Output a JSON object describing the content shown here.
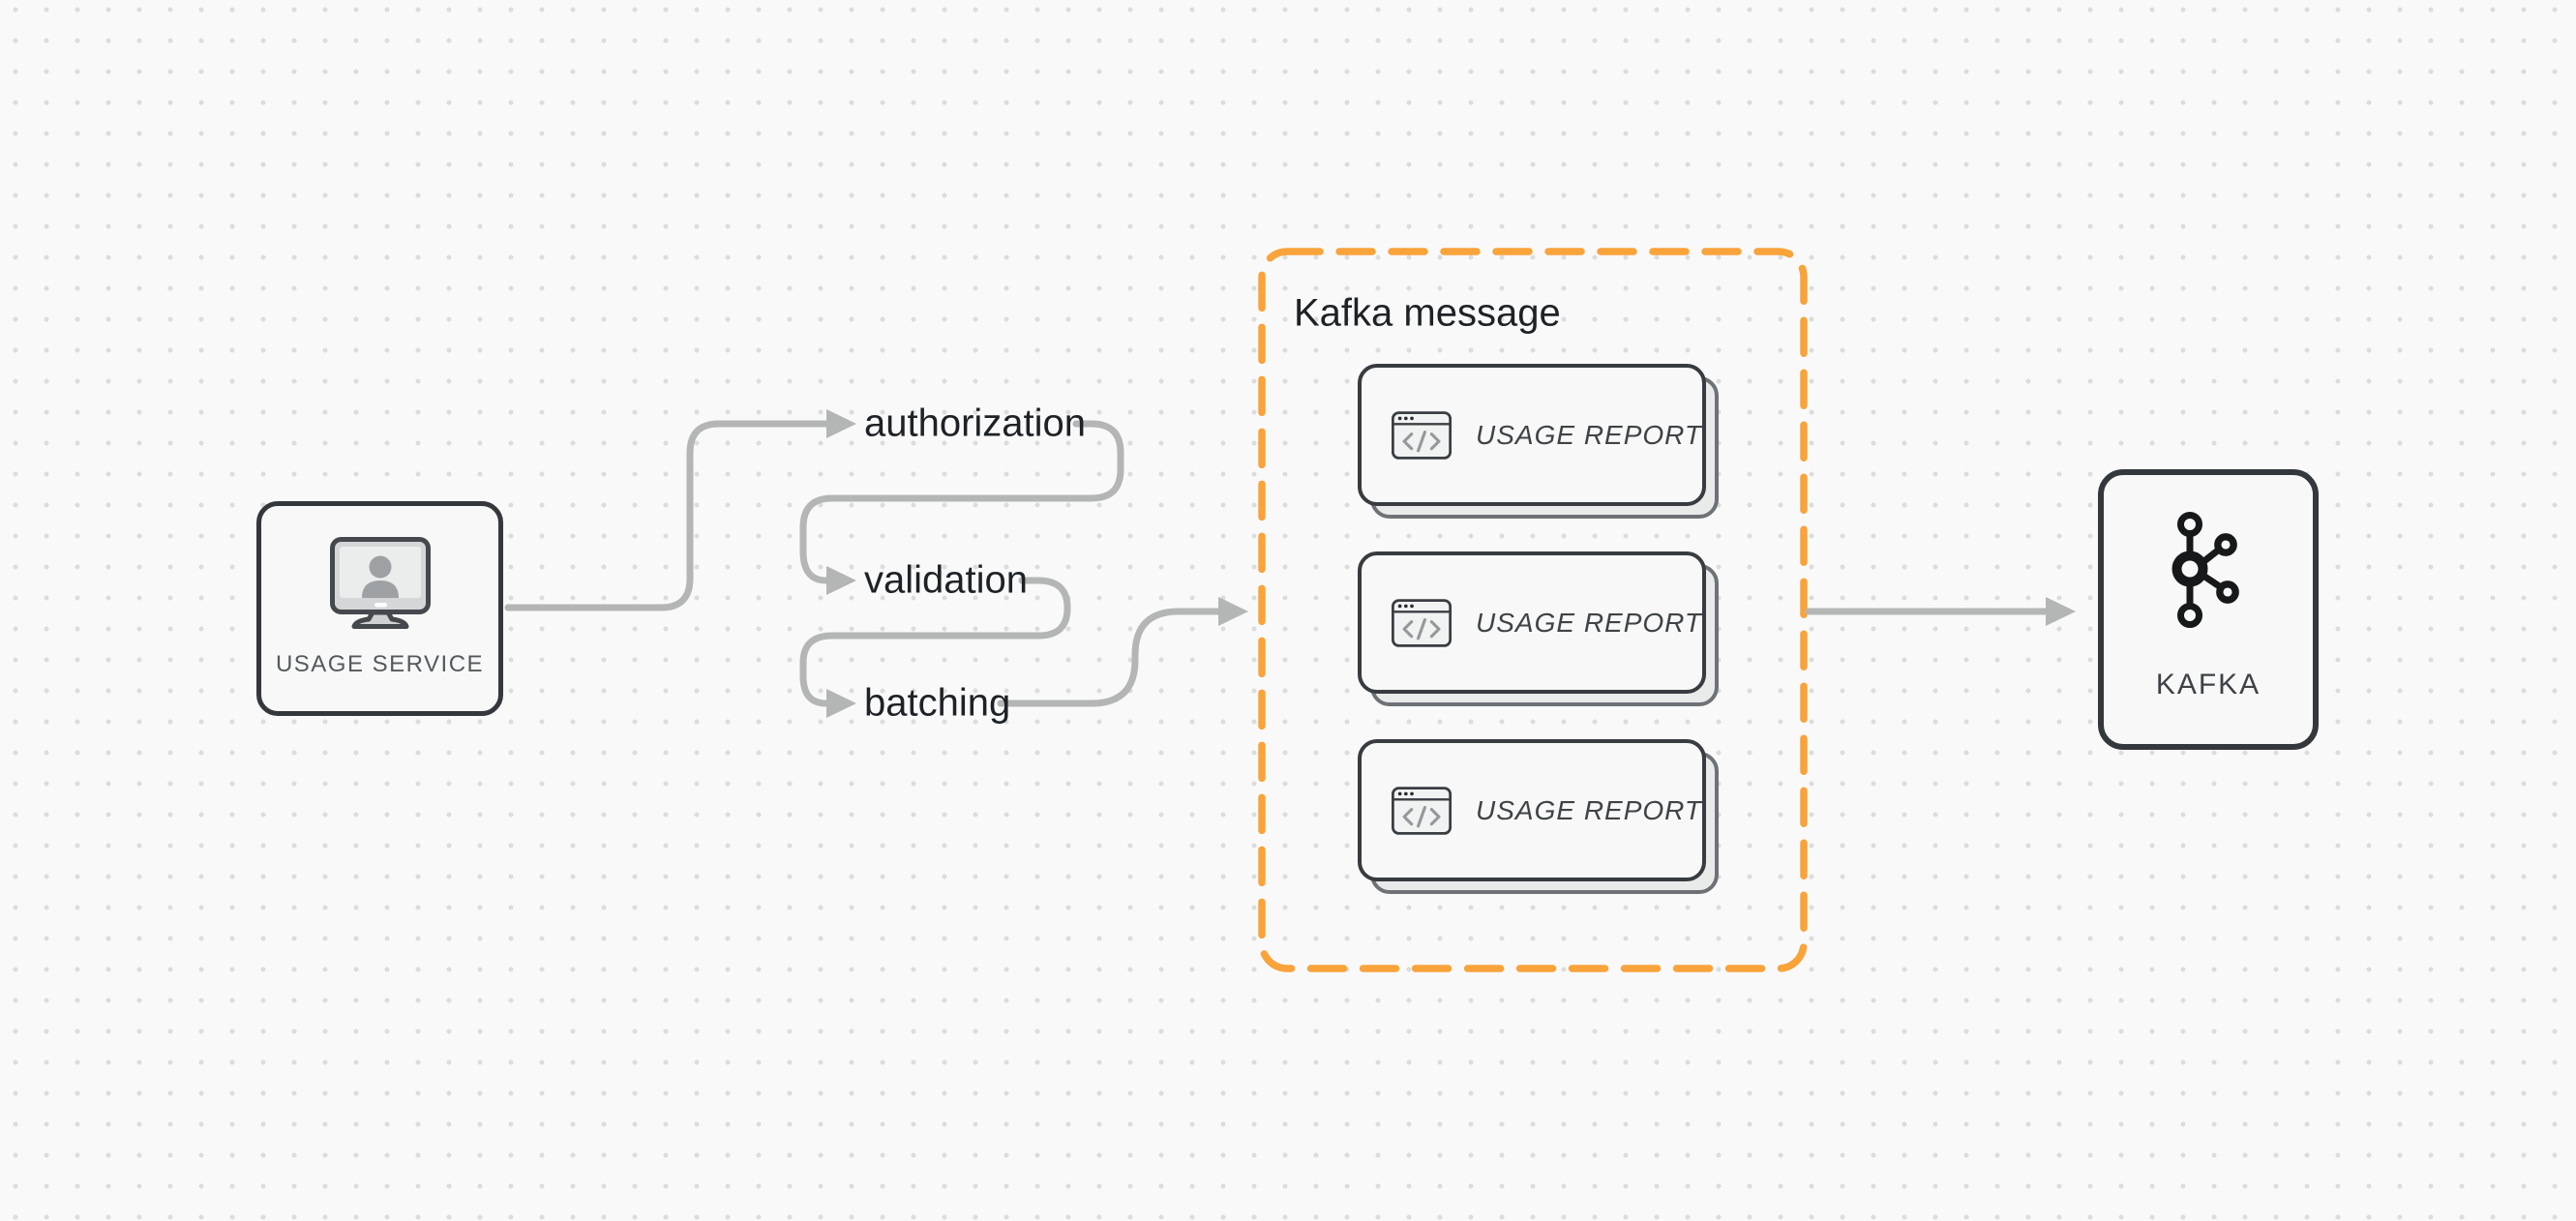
{
  "diagram": {
    "usage_service": {
      "label": "USAGE SERVICE",
      "icon": "monitor-user-icon"
    },
    "flow_steps": [
      "authorization",
      "validation",
      "batching"
    ],
    "kafka_message": {
      "title": "Kafka message",
      "cards": [
        {
          "label": "USAGE REPORT",
          "icon": "code-window-icon"
        },
        {
          "label": "USAGE REPORT",
          "icon": "code-window-icon"
        },
        {
          "label": "USAGE REPORT",
          "icon": "code-window-icon"
        }
      ]
    },
    "kafka": {
      "label": "KAFKA",
      "icon": "kafka-logo-icon"
    },
    "colors": {
      "accent_orange": "#f9a33b",
      "connector_gray": "#b4b5b5",
      "node_border_dark": "#34383c",
      "node_fill": "#f7f8f7",
      "text_dark": "#1e2226",
      "text_muted": "#55595d",
      "background": "#f9f9f9",
      "dot_grid": "#dcdcdc"
    }
  }
}
